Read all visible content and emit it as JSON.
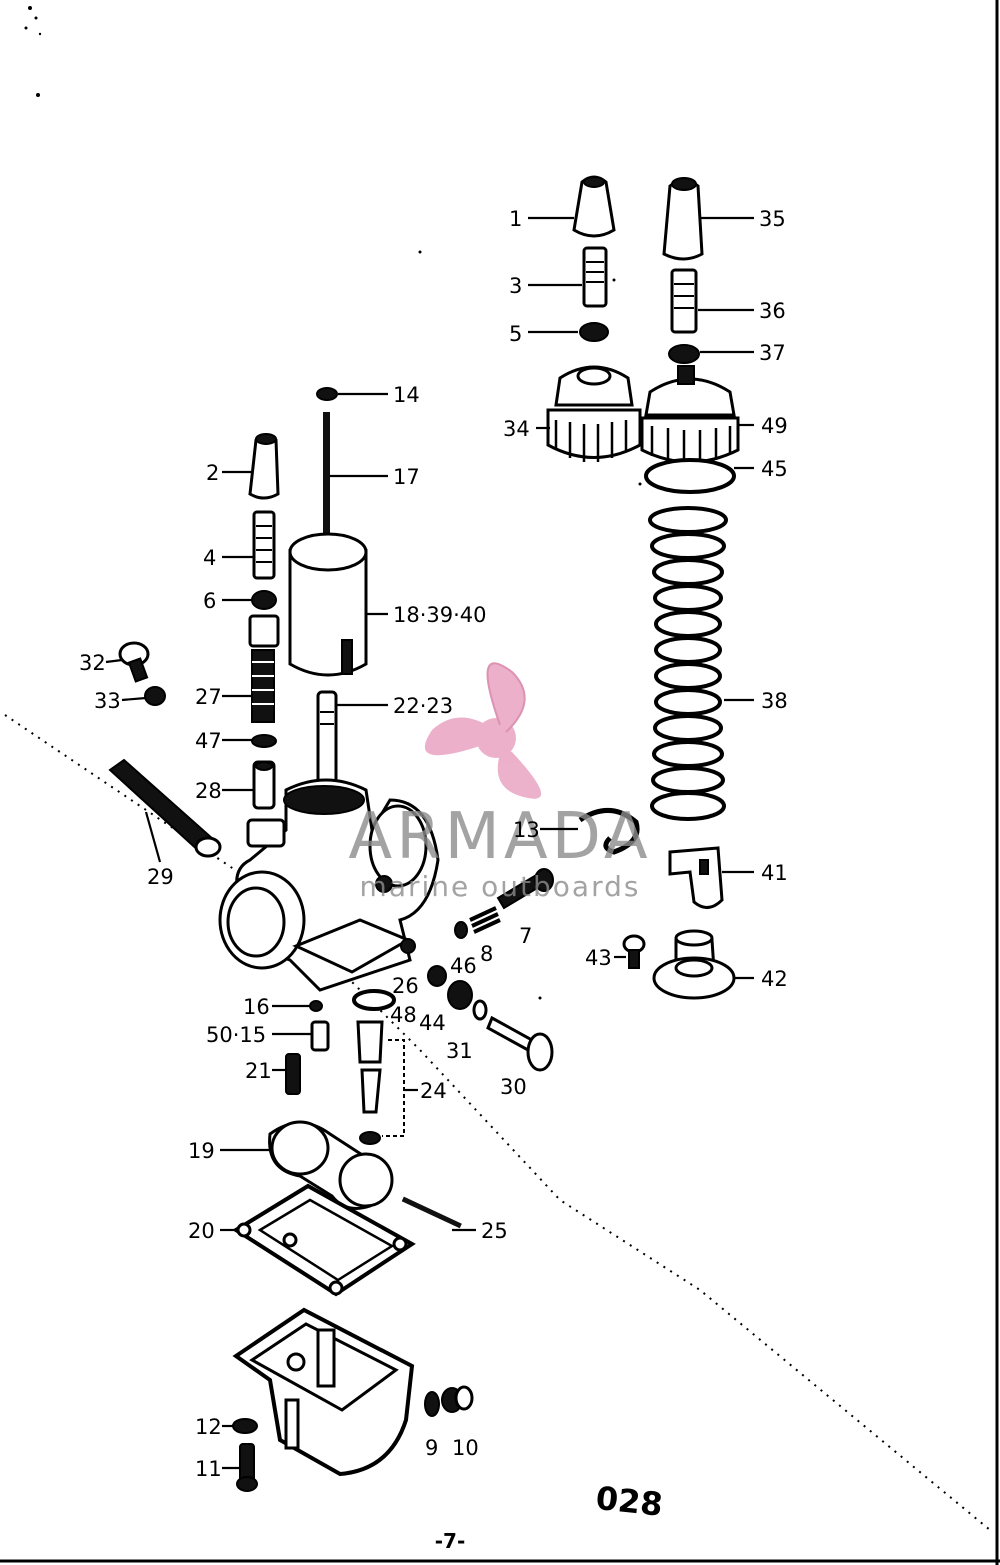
{
  "watermark": {
    "brand": "ARMADA",
    "tagline": "marine outboards",
    "colors": {
      "logo": "#e9a3c2",
      "text": "#8d8d8d"
    }
  },
  "document": {
    "code": "028",
    "page_number": "-7-"
  },
  "callouts": [
    {
      "id": "1",
      "label": "1"
    },
    {
      "id": "2",
      "label": "2"
    },
    {
      "id": "3",
      "label": "3"
    },
    {
      "id": "4",
      "label": "4"
    },
    {
      "id": "5",
      "label": "5"
    },
    {
      "id": "6",
      "label": "6"
    },
    {
      "id": "7",
      "label": "7"
    },
    {
      "id": "8",
      "label": "8"
    },
    {
      "id": "9",
      "label": "9"
    },
    {
      "id": "10",
      "label": "10"
    },
    {
      "id": "11",
      "label": "11"
    },
    {
      "id": "12",
      "label": "12"
    },
    {
      "id": "13",
      "label": "13"
    },
    {
      "id": "14",
      "label": "14"
    },
    {
      "id": "16",
      "label": "16"
    },
    {
      "id": "17",
      "label": "17"
    },
    {
      "id": "18",
      "label": "18·39·40"
    },
    {
      "id": "19",
      "label": "19"
    },
    {
      "id": "20",
      "label": "20"
    },
    {
      "id": "21",
      "label": "21"
    },
    {
      "id": "22",
      "label": "22·23"
    },
    {
      "id": "24",
      "label": "24"
    },
    {
      "id": "25",
      "label": "25"
    },
    {
      "id": "26",
      "label": "26"
    },
    {
      "id": "27",
      "label": "27"
    },
    {
      "id": "28",
      "label": "28"
    },
    {
      "id": "29",
      "label": "29"
    },
    {
      "id": "30",
      "label": "30"
    },
    {
      "id": "31",
      "label": "31"
    },
    {
      "id": "32",
      "label": "32"
    },
    {
      "id": "33",
      "label": "33"
    },
    {
      "id": "34",
      "label": "34"
    },
    {
      "id": "35",
      "label": "35"
    },
    {
      "id": "36",
      "label": "36"
    },
    {
      "id": "37",
      "label": "37"
    },
    {
      "id": "38",
      "label": "38"
    },
    {
      "id": "41",
      "label": "41"
    },
    {
      "id": "42",
      "label": "42"
    },
    {
      "id": "43",
      "label": "43"
    },
    {
      "id": "44",
      "label": "44"
    },
    {
      "id": "45",
      "label": "45"
    },
    {
      "id": "46",
      "label": "46"
    },
    {
      "id": "47",
      "label": "47"
    },
    {
      "id": "48",
      "label": "48"
    },
    {
      "id": "49",
      "label": "49"
    },
    {
      "id": "50",
      "label": "50·15"
    }
  ]
}
